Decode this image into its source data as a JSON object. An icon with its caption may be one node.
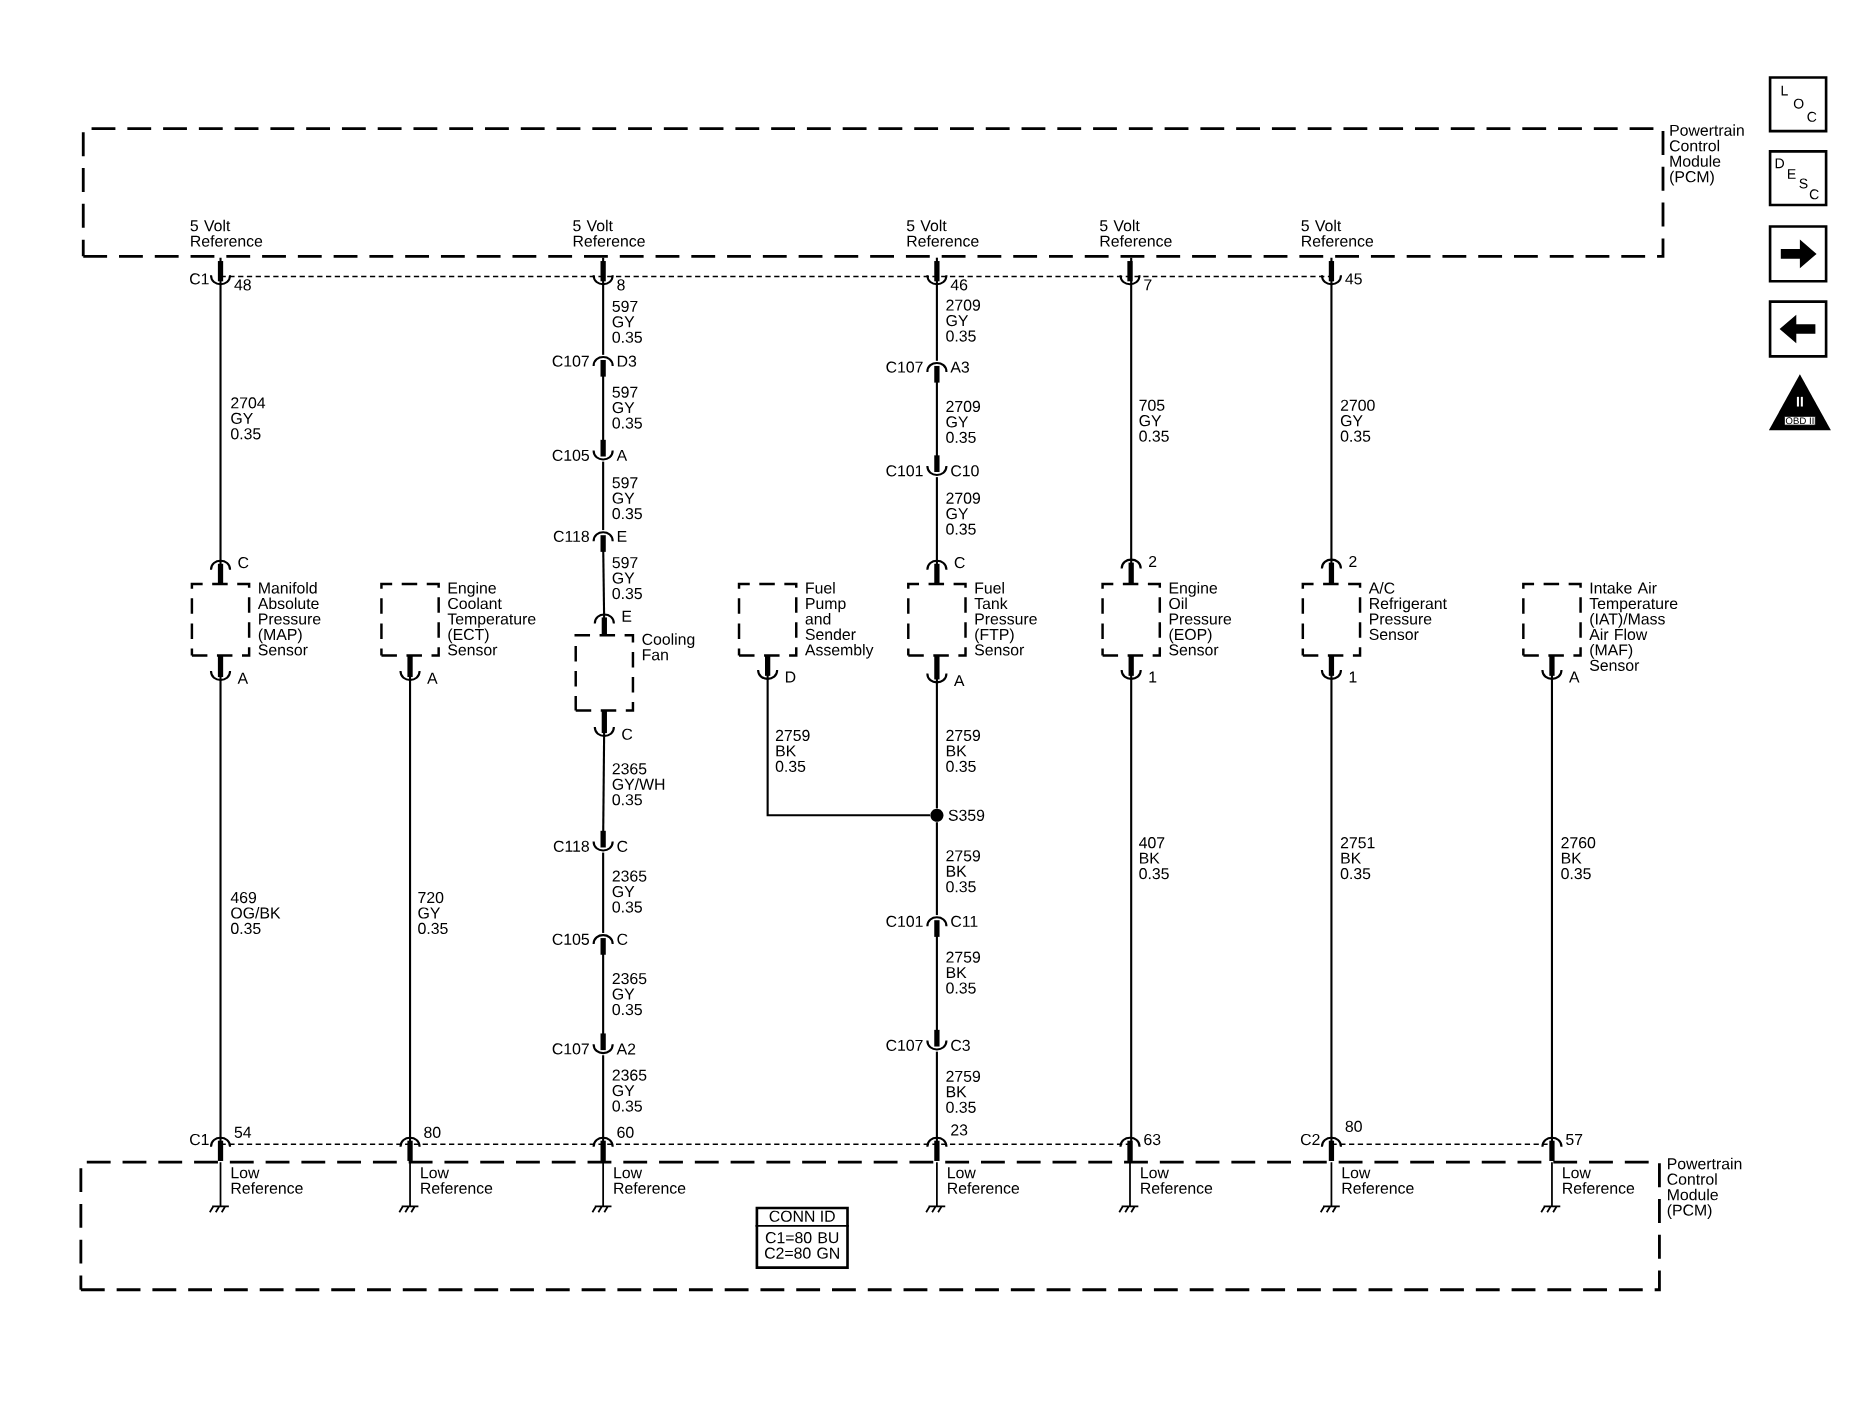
{
  "diagram": {
    "nodes": [
      {
        "text": [
          "Powertrain Control Module (PCM)"
        ]
      },
      {
        "text": [],
        "shape": "connector",
        "beside": [
          "C107",
          "D3"
        ]
      },
      {
        "text": [],
        "shape": "connector",
        "beside": [
          "C107",
          "A3"
        ]
      },
      {
        "text": [],
        "shape": "connector",
        "beside": [
          "C105",
          "A"
        ]
      },
      {
        "text": [],
        "shape": "connector",
        "beside": [
          "C101",
          "C10"
        ]
      },
      {
        "text": [],
        "shape": "connector",
        "beside": [
          "C118",
          "E"
        ]
      },
      {
        "text": [
          "Manifold Absolute Pressure (MAP) Sensor"
        ],
        "beside": [
          "C",
          "A"
        ]
      },
      {
        "text": [
          "Engine Coolant Temperature (ECT) Sensor"
        ],
        "beside": [
          "A"
        ]
      },
      {
        "text": [
          "Cooling Fan"
        ],
        "beside": [
          "E",
          "C"
        ]
      },
      {
        "text": [
          "Fuel Pump and Sender Assembly"
        ],
        "beside": [
          "D"
        ]
      },
      {
        "text": [
          "Fuel Tank Pressure (FTP) Sensor"
        ],
        "beside": [
          "C",
          "A"
        ]
      },
      {
        "text": [
          "Engine Oil Pressure (EOP) Sensor"
        ],
        "beside": [
          "2",
          "1"
        ]
      },
      {
        "text": [
          "A/C Refrigerant Pressure Sensor"
        ],
        "beside": [
          "2",
          "1"
        ]
      },
      {
        "text": [
          "Intake Air Temperature (IAT)/Mass Air Flow (MAF) Sensor"
        ],
        "beside": [
          "A"
        ]
      },
      {
        "text": [],
        "shape": "circle",
        "beside": [
          "S359"
        ]
      },
      {
        "text": [],
        "shape": "connector",
        "beside": [
          "C118",
          "C"
        ]
      },
      {
        "text": [],
        "shape": "connector",
        "beside": [
          "C101",
          "C11"
        ]
      },
      {
        "text": [],
        "shape": "connector",
        "beside": [
          "C105",
          "C"
        ]
      },
      {
        "text": [],
        "shape": "connector",
        "beside": [
          "C107",
          "C3"
        ]
      },
      {
        "text": [],
        "shape": "connector",
        "beside": [
          "C107",
          "A2"
        ]
      },
      {
        "text": [
          "Powertrain Control Module (PCM)"
        ]
      },
      {
        "text": [
          "CONN ID",
          "C1=80 BU C2=80 GN"
        ],
        "in": 20
      }
    ],
    "edges": [
      {
        "from": 0,
        "to": 6,
        "arrow": "none",
        "label": "2704 GY 0.35"
      },
      {
        "from": 0,
        "to": 1,
        "arrow": "none",
        "label": "597 GY 0.35"
      },
      {
        "from": 1,
        "to": 3,
        "arrow": "none",
        "label": "597 GY 0.35"
      },
      {
        "from": 3,
        "to": 5,
        "arrow": "none",
        "label": "597 GY 0.35"
      },
      {
        "from": 5,
        "to": 8,
        "arrow": "none",
        "label": "597 GY 0.35"
      },
      {
        "from": 0,
        "to": 2,
        "arrow": "none",
        "label": "2709 GY 0.35"
      },
      {
        "from": 2,
        "to": 4,
        "arrow": "none",
        "label": "2709 GY 0.35"
      },
      {
        "from": 4,
        "to": 10,
        "arrow": "none",
        "label": "2709 GY 0.35"
      },
      {
        "from": 0,
        "to": 11,
        "arrow": "none",
        "label": "705 GY 0.35"
      },
      {
        "from": 0,
        "to": 12,
        "arrow": "none",
        "label": "2700 GY 0.35"
      },
      {
        "from": 6,
        "to": 20,
        "arrow": "none",
        "label": "469 OG/BK 0.35"
      },
      {
        "from": 7,
        "to": 20,
        "arrow": "none",
        "label": "720 GY 0.35"
      },
      {
        "from": 8,
        "to": 15,
        "arrow": "none",
        "label": "2365 GY/WH 0.35"
      },
      {
        "from": 15,
        "to": 17,
        "arrow": "none",
        "label": "2365 GY 0.35"
      },
      {
        "from": 17,
        "to": 19,
        "arrow": "none",
        "label": "2365 GY 0.35"
      },
      {
        "from": 19,
        "to": 20,
        "arrow": "none",
        "label": "2365 GY 0.35"
      },
      {
        "from": 9,
        "to": 14,
        "arrow": "none",
        "label": "2759 BK 0.35"
      },
      {
        "from": 10,
        "to": 14,
        "arrow": "none",
        "label": "2759 BK 0.35"
      },
      {
        "from": 14,
        "to": 16,
        "arrow": "none",
        "label": "2759 BK 0.35"
      },
      {
        "from": 16,
        "to": 18,
        "arrow": "none",
        "label": "2759 BK 0.35"
      },
      {
        "from": 18,
        "to": 20,
        "arrow": "none",
        "label": "2759 BK 0.35"
      },
      {
        "from": 11,
        "to": 20,
        "arrow": "none",
        "label": "407 BK 0.35"
      },
      {
        "from": 12,
        "to": 20,
        "arrow": "none",
        "label": "2751 BK 0.35"
      },
      {
        "from": 13,
        "to": 20,
        "arrow": "none",
        "label": "2760 BK 0.35"
      }
    ],
    "labels": [
      "L",
      "O",
      "C",
      "D",
      "E",
      "S",
      "C",
      "II",
      "OBD II",
      "5 Volt Reference",
      "5 Volt Reference",
      "5 Volt Reference",
      "5 Volt Reference",
      "5 Volt Reference",
      "C1",
      "48",
      "8",
      "46",
      "7",
      "45",
      "C1",
      "54",
      "80",
      "60",
      "23",
      "63",
      "C2",
      "80",
      "57",
      "Low Reference",
      "Low Reference",
      "Low Reference",
      "Low Reference",
      "Low Reference",
      "Low Reference",
      "Low Reference"
    ]
  }
}
